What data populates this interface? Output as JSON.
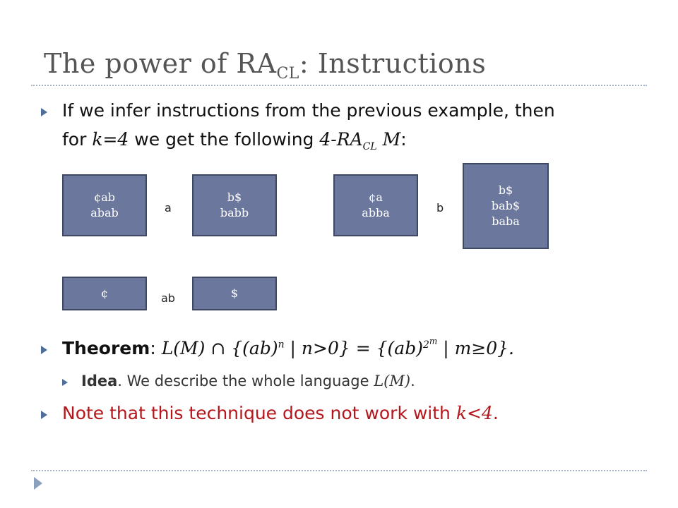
{
  "slide": {
    "title_main": "The power of RA",
    "title_sub": "CL",
    "title_rest": ": Instructions"
  },
  "bullet1": {
    "line1": "If we infer instructions from the previous example, then",
    "line2_pre": "for ",
    "k_eq": "k=4",
    "line2_mid": " we get the following ",
    "ra": "4-RA",
    "ra_sub": "CL",
    "m": "M",
    "line2_end": ":"
  },
  "diagram": {
    "box1": [
      "¢ab",
      "abab"
    ],
    "label1": "a",
    "box2": [
      "b$",
      "babb"
    ],
    "box3": [
      "¢a",
      "abba"
    ],
    "label2": "b",
    "box4": [
      "b$",
      "bab$",
      "baba"
    ],
    "box5": [
      "¢"
    ],
    "label3": "ab",
    "box6": [
      "$"
    ]
  },
  "theorem": {
    "label": "Theorem",
    "colon": ": ",
    "lm": "L(M) ∩ {(ab)",
    "n": "n",
    "mid": " | n>0} = {(ab)",
    "exp_base": "2",
    "exp_m": "m",
    "end": " | m≥0}."
  },
  "idea": {
    "label": "Idea",
    "text": ". We describe the whole language ",
    "lm": "L(M)",
    "end": "."
  },
  "note": {
    "text": "Note that this technique does not work with ",
    "k": "k<4",
    "end": "."
  }
}
